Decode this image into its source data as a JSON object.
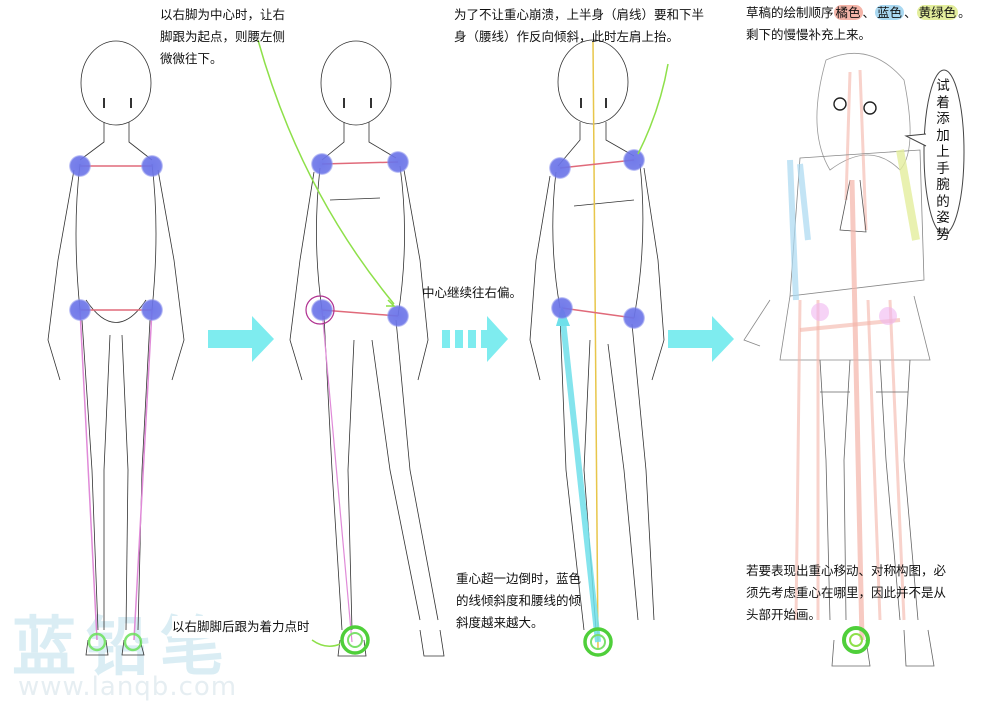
{
  "notes": {
    "step1": [
      "以右脚为中心时，让右",
      "脚跟为起点，则腰左侧",
      "微微往下。"
    ],
    "step2_center": "中心继续往右偏。",
    "step3": [
      "为了不让重心崩溃，上半身（肩线）要和下半",
      "身（腰线）作反向倾斜，此时左肩上抬。"
    ],
    "step4": {
      "prefix": "草稿的绘制顺序",
      "orange": "橘色",
      "sep1": "、",
      "blue": "蓝色",
      "sep2": "、",
      "yellowgreen": "黄绿色",
      "end": "。",
      "line2": "剩下的慢慢补充上来。"
    },
    "bubble": "试着添加上手腕的姿势",
    "heel": "以右脚脚后跟为着力点时",
    "tilt": [
      "重心超一边倒时，蓝色",
      "的线倾斜度和腰线的倾",
      "斜度越来越大。"
    ],
    "balance": [
      "若要表现出重心移动、对称构图，必",
      "须先考虑重心在哪里，因此并不是从",
      "头部开始画。"
    ]
  },
  "watermark": {
    "text": "蓝铅笔",
    "url": "www.lanqb.com"
  },
  "colors": {
    "joint": "#6b74e8",
    "arrow": "#7eecef",
    "guide_green": "#8ee04a",
    "heel_ring": "#4fcf3a",
    "leg_line": "#e08ad8",
    "shoulder_line": "#e06a7a",
    "highlight_orange": "#f4b4a8",
    "highlight_blue": "#a9d8f1",
    "highlight_yellowgreen": "#e3ee9c",
    "center_line": "#e8c64a",
    "balance_blue": "#6fe0ea"
  },
  "figures": [
    {
      "label": "figure-1-standing-neutral"
    },
    {
      "label": "figure-2-weight-shift"
    },
    {
      "label": "figure-3-counter-tilt"
    },
    {
      "label": "figure-4-sketch-girl"
    }
  ]
}
